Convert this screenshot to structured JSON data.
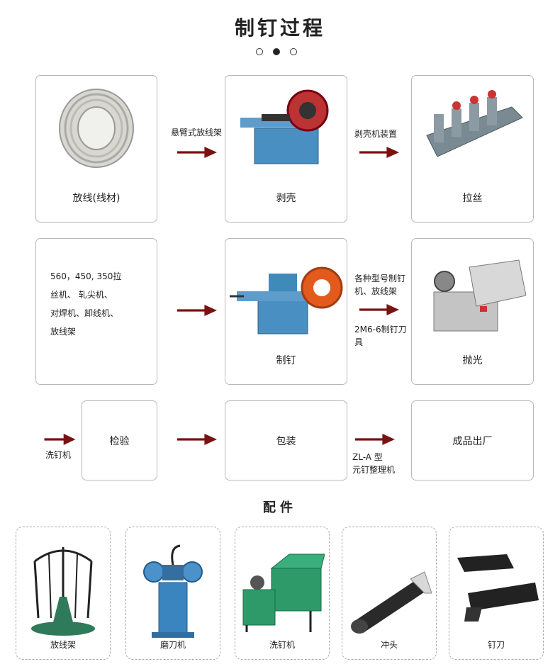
{
  "title": "制钉过程",
  "steps": {
    "s1": "放线(线材)",
    "s2": "剥壳",
    "s3": "拉丝",
    "s4_lines": [
      "560，450, 350拉",
      "丝机、 轧尖机、",
      "对焊机、卸线机、",
      "放线架"
    ],
    "s5": "制钉",
    "s6": "抛光",
    "s7": "检验",
    "s8": "包装",
    "s9": "成品出厂"
  },
  "arrows": {
    "a1": "悬臂式放线架",
    "a2": "剥壳机装置",
    "a4_top": [
      "各种型号制钉",
      "机、放线架"
    ],
    "a4_bottom": [
      "2M6-6制钉刀",
      "具"
    ],
    "a5": "洗钉机",
    "a7": [
      "ZL-A 型",
      "元钉整理机"
    ]
  },
  "accessories_title": "配件",
  "accessories": [
    "放线架",
    "磨刀机",
    "洗钉机",
    "冲头",
    "钉刀"
  ],
  "colors": {
    "arrow": "#7a1212",
    "machine": "#3a7bb0",
    "nozzle": "#e35a1d"
  }
}
